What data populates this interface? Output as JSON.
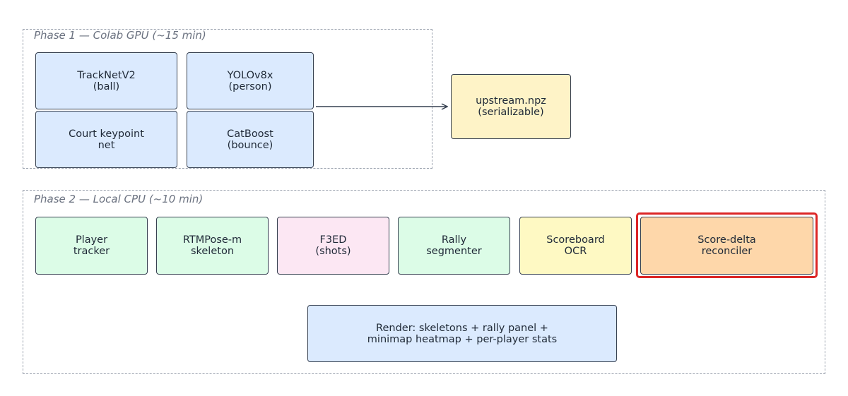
{
  "phase1": {
    "label": "Phase 1 — Colab GPU (~15 min)",
    "nodes": {
      "tracknet": "TrackNetV2\n(ball)",
      "yolo": "YOLOv8x\n(person)",
      "court": "Court keypoint\nnet",
      "catboost": "CatBoost\n(bounce)"
    }
  },
  "upstream": "upstream.npz\n(serializable)",
  "phase2": {
    "label": "Phase 2 — Local CPU (~10 min)",
    "nodes": {
      "player_tracker": "Player\ntracker",
      "rtmpose": "RTMPose-m\nskeleton",
      "f3ed": "F3ED\n(shots)",
      "rally": "Rally\nsegmenter",
      "scoreboard": "Scoreboard\nOCR",
      "score_delta": "Score-delta\nreconciler"
    },
    "render": "Render: skeletons + rally panel +\nminimap heatmap + per-player stats"
  },
  "colors": {
    "gpu_box": "#dbeafe",
    "cv_box": "#dcfce7",
    "shots_box": "#fce7f3",
    "artifact_box": "#fef3c7",
    "ocr_box": "#fef9c3",
    "reconciler_box": "#fed7aa",
    "highlight_border": "#dc2626",
    "phase_border": "#9ca3af"
  }
}
